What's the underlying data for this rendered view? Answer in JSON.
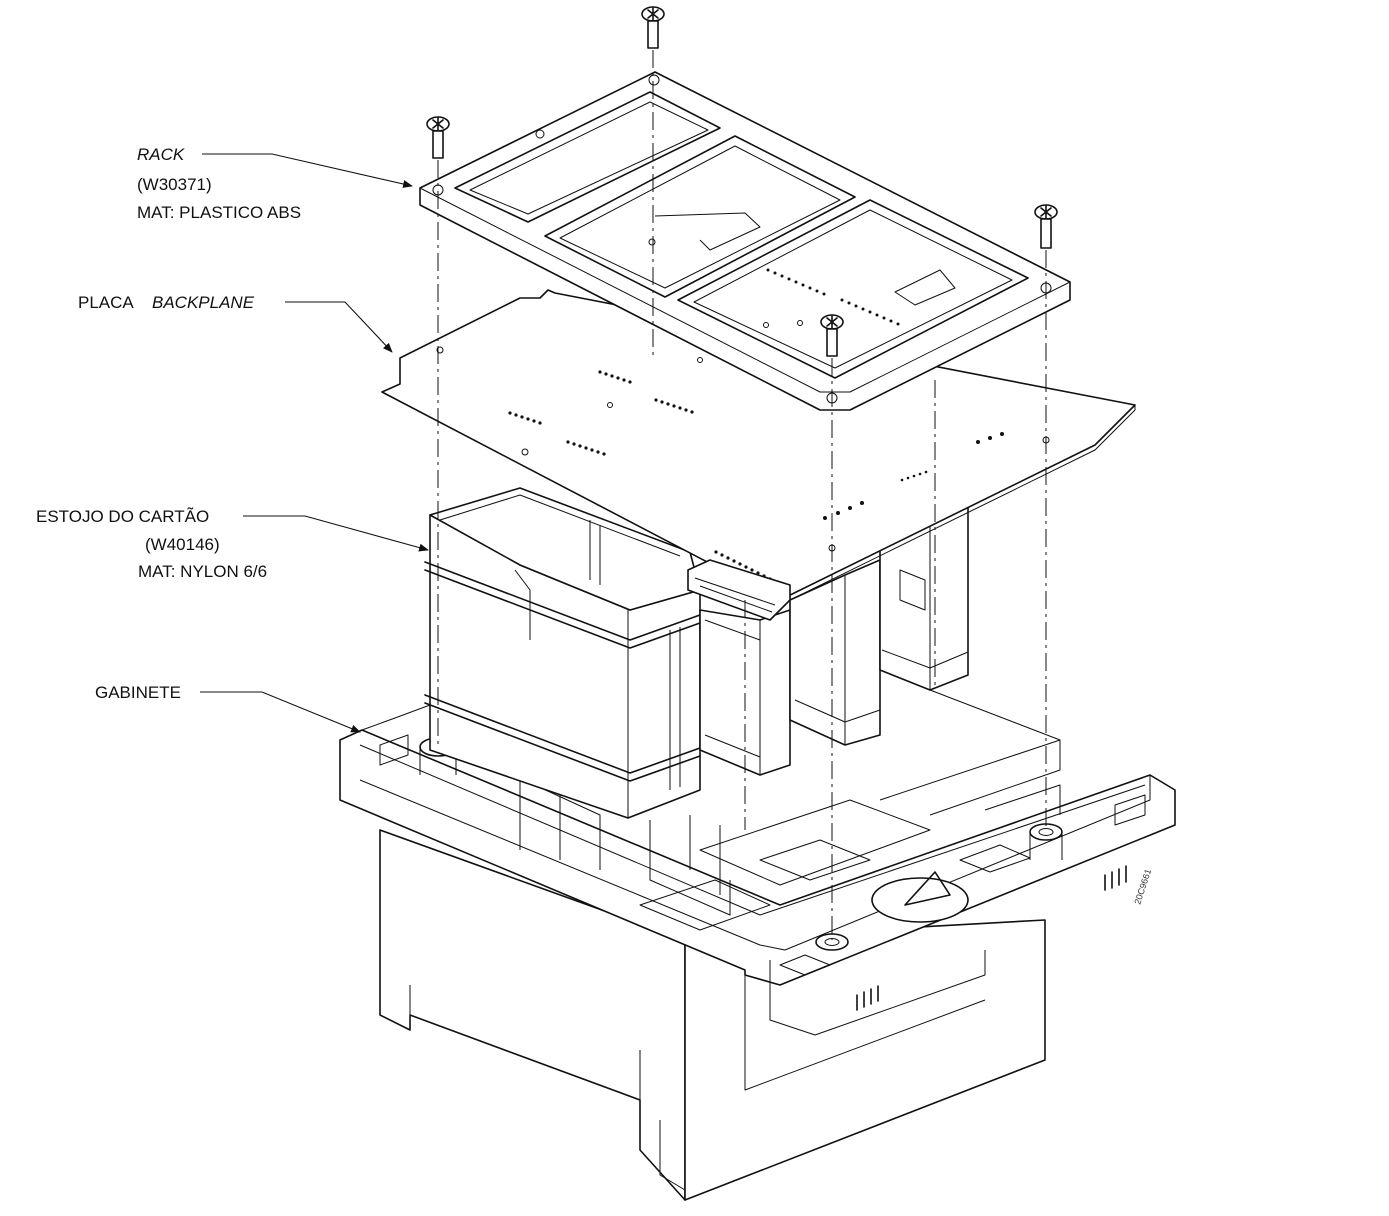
{
  "labels": {
    "rack": {
      "title": "RACK",
      "code": "(W30371)",
      "material": "MAT: PLASTICO ABS"
    },
    "backplane": {
      "prefix": "PLACA",
      "title": "BACKPLANE"
    },
    "card_case": {
      "title": "ESTOJO DO CARTÃO",
      "code": "(W40146)",
      "material": "MAT: NYLON 6/6"
    },
    "cabinet": {
      "title": "GABINETE"
    }
  },
  "drawing_number": "20C9661",
  "colors": {
    "line": "#111111",
    "background": "#ffffff"
  }
}
